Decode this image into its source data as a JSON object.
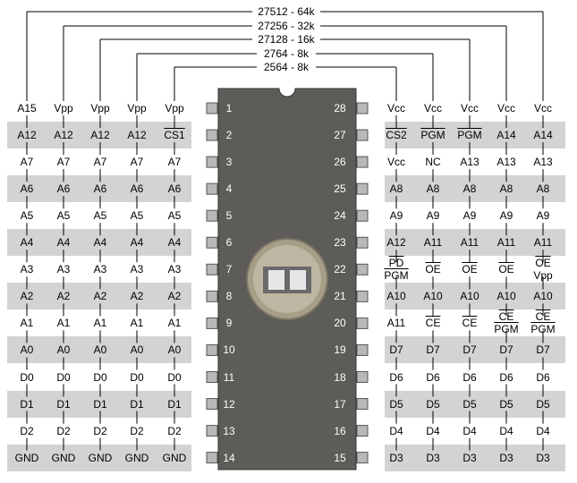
{
  "title_lines": [
    {
      "label": "27512 - 64k"
    },
    {
      "label": "27256 - 32k"
    },
    {
      "label": "27128 - 16k"
    },
    {
      "label": "2764 - 8k"
    },
    {
      "label": "2564 - 8k"
    }
  ],
  "left_pins": [
    {
      "num": "1",
      "cols": [
        "A15",
        "Vpp",
        "Vpp",
        "Vpp",
        "Vpp"
      ]
    },
    {
      "num": "2",
      "cols": [
        "A12",
        "A12",
        "A12",
        "A12",
        "CS1"
      ]
    },
    {
      "num": "3",
      "cols": [
        "A7",
        "A7",
        "A7",
        "A7",
        "A7"
      ]
    },
    {
      "num": "4",
      "cols": [
        "A6",
        "A6",
        "A6",
        "A6",
        "A6"
      ]
    },
    {
      "num": "5",
      "cols": [
        "A5",
        "A5",
        "A5",
        "A5",
        "A5"
      ]
    },
    {
      "num": "6",
      "cols": [
        "A4",
        "A4",
        "A4",
        "A4",
        "A4"
      ]
    },
    {
      "num": "7",
      "cols": [
        "A3",
        "A3",
        "A3",
        "A3",
        "A3"
      ]
    },
    {
      "num": "8",
      "cols": [
        "A2",
        "A2",
        "A2",
        "A2",
        "A2"
      ]
    },
    {
      "num": "9",
      "cols": [
        "A1",
        "A1",
        "A1",
        "A1",
        "A1"
      ]
    },
    {
      "num": "10",
      "cols": [
        "A0",
        "A0",
        "A0",
        "A0",
        "A0"
      ]
    },
    {
      "num": "11",
      "cols": [
        "D0",
        "D0",
        "D0",
        "D0",
        "D0"
      ]
    },
    {
      "num": "12",
      "cols": [
        "D1",
        "D1",
        "D1",
        "D1",
        "D1"
      ]
    },
    {
      "num": "13",
      "cols": [
        "D2",
        "D2",
        "D2",
        "D2",
        "D2"
      ]
    },
    {
      "num": "14",
      "cols": [
        "GND",
        "GND",
        "GND",
        "GND",
        "GND"
      ]
    }
  ],
  "right_pins": [
    {
      "num": "28",
      "cols": [
        "Vcc",
        "Vcc",
        "Vcc",
        "Vcc",
        "Vcc"
      ]
    },
    {
      "num": "27",
      "cols": [
        "CS2",
        "PGM",
        "PGM",
        "A14",
        "A14"
      ]
    },
    {
      "num": "26",
      "cols": [
        "Vcc",
        "NC",
        "A13",
        "A13",
        "A13"
      ]
    },
    {
      "num": "25",
      "cols": [
        "A8",
        "A8",
        "A8",
        "A8",
        "A8"
      ]
    },
    {
      "num": "24",
      "cols": [
        "A9",
        "A9",
        "A9",
        "A9",
        "A9"
      ]
    },
    {
      "num": "23",
      "cols": [
        "A12",
        "A11",
        "A11",
        "A11",
        "A11"
      ]
    },
    {
      "num": "22",
      "cols": [
        "PD|PGM",
        "OE",
        "OE",
        "OE",
        "OE|Vpp"
      ]
    },
    {
      "num": "21",
      "cols": [
        "A10",
        "A10",
        "A10",
        "A10",
        "A10"
      ]
    },
    {
      "num": "20",
      "cols": [
        "A11",
        "CE",
        "CE",
        "CE|PGM",
        "CE|PGM"
      ]
    },
    {
      "num": "19",
      "cols": [
        "D7",
        "D7",
        "D7",
        "D7",
        "D7"
      ]
    },
    {
      "num": "18",
      "cols": [
        "D6",
        "D6",
        "D6",
        "D6",
        "D6"
      ]
    },
    {
      "num": "17",
      "cols": [
        "D5",
        "D5",
        "D5",
        "D5",
        "D5"
      ]
    },
    {
      "num": "16",
      "cols": [
        "D4",
        "D4",
        "D4",
        "D4",
        "D4"
      ]
    },
    {
      "num": "15",
      "cols": [
        "D3",
        "D3",
        "D3",
        "D3",
        "D3"
      ]
    }
  ],
  "overlined": [
    "CS1",
    "CS2",
    "PGM",
    "OE",
    "CE",
    "PD"
  ],
  "colors": {
    "band": "#d3d3d3",
    "chip": "#5e5c59",
    "pin": "#b8b8b8",
    "line": "#000000"
  }
}
